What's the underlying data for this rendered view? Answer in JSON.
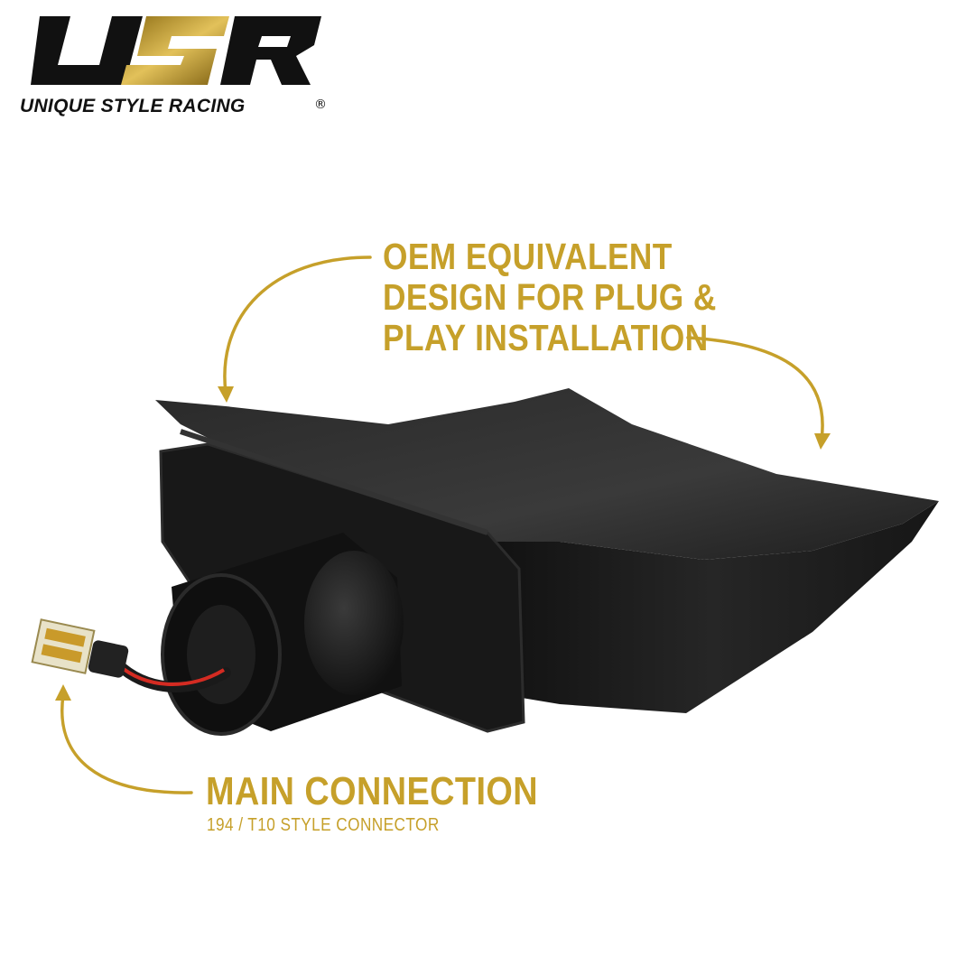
{
  "brand": {
    "logo_text": "USR",
    "name": "UNIQUE STYLE RACING",
    "registered_mark": "®"
  },
  "callouts": {
    "top_lines": [
      "OEM EQUIVALENT",
      "DESIGN FOR PLUG &",
      "PLAY INSTALLATION"
    ],
    "connection_title": "MAIN CONNECTION",
    "connection_subtitle": "194 / T10 STYLE CONNECTOR"
  },
  "colors": {
    "accent_gold": "#c6a02a",
    "logo_black": "#111111",
    "product_black": "#1c1c1c"
  }
}
